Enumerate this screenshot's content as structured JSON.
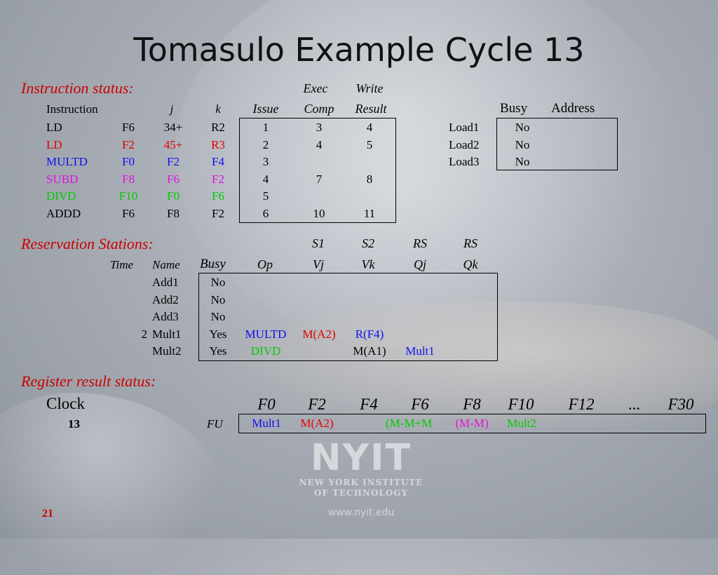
{
  "title": "Tomasulo Example Cycle 13",
  "instruction_status": {
    "label": "Instruction status:",
    "headers_top": {
      "exec": "Exec",
      "write": "Write"
    },
    "headers": {
      "instruction": "Instruction",
      "j": "j",
      "k": "k",
      "issue": "Issue",
      "comp": "Comp",
      "result": "Result"
    },
    "rows": [
      {
        "op": "LD",
        "dest": "F6",
        "j": "34+",
        "k": "R2",
        "issue": "1",
        "comp": "3",
        "result": "4",
        "color": "#000000"
      },
      {
        "op": "LD",
        "dest": "F2",
        "j": "45+",
        "k": "R3",
        "issue": "2",
        "comp": "4",
        "result": "5",
        "color": "#e00000"
      },
      {
        "op": "MULTD",
        "dest": "F0",
        "j": "F2",
        "k": "F4",
        "issue": "3",
        "comp": "",
        "result": "",
        "color": "#1010ee"
      },
      {
        "op": "SUBD",
        "dest": "F8",
        "j": "F6",
        "k": "F2",
        "issue": "4",
        "comp": "7",
        "result": "8",
        "color": "#e010e0"
      },
      {
        "op": "DIVD",
        "dest": "F10",
        "j": "F0",
        "k": "F6",
        "issue": "5",
        "comp": "",
        "result": "",
        "color": "#00cc00"
      },
      {
        "op": "ADDD",
        "dest": "F6",
        "j": "F8",
        "k": "F2",
        "issue": "6",
        "comp": "10",
        "result": "11",
        "color": "#000000"
      }
    ]
  },
  "load_buffers": {
    "headers": {
      "busy": "Busy",
      "address": "Address"
    },
    "rows": [
      {
        "name": "Load1",
        "busy": "No",
        "address": ""
      },
      {
        "name": "Load2",
        "busy": "No",
        "address": ""
      },
      {
        "name": "Load3",
        "busy": "No",
        "address": ""
      }
    ]
  },
  "reservation_stations": {
    "label": "Reservation Stations:",
    "headers_top": {
      "s1": "S1",
      "s2": "S2",
      "rs1": "RS",
      "rs2": "RS"
    },
    "headers": {
      "time": "Time",
      "name": "Name",
      "busy": "Busy",
      "op": "Op",
      "vj": "Vj",
      "vk": "Vk",
      "qj": "Qj",
      "qk": "Qk"
    },
    "rows": [
      {
        "time": "",
        "name": "Add1",
        "busy": "No",
        "op": "",
        "vj": "",
        "vk": "",
        "qj": "",
        "qk": ""
      },
      {
        "time": "",
        "name": "Add2",
        "busy": "No",
        "op": "",
        "vj": "",
        "vk": "",
        "qj": "",
        "qk": ""
      },
      {
        "time": "",
        "name": "Add3",
        "busy": "No",
        "op": "",
        "vj": "",
        "vk": "",
        "qj": "",
        "qk": ""
      },
      {
        "time": "2",
        "name": "Mult1",
        "busy": "Yes",
        "op": "MULTD",
        "vj": "M(A2)",
        "vk": "R(F4)",
        "qj": "",
        "qk": ""
      },
      {
        "time": "",
        "name": "Mult2",
        "busy": "Yes",
        "op": "DIVD",
        "vj": "",
        "vk": "M(A1)",
        "qj": "Mult1",
        "qk": ""
      }
    ]
  },
  "register_result_status": {
    "label": "Register result status:",
    "clock_label": "Clock",
    "clock_value": "13",
    "fu_label": "FU",
    "registers": [
      "F0",
      "F2",
      "F4",
      "F6",
      "F8",
      "F10",
      "F12",
      "...",
      "F30"
    ],
    "fu": [
      "Mult1",
      "M(A2)",
      "",
      "(M-M+M",
      "(M-M)",
      "Mult2",
      "",
      "",
      ""
    ]
  },
  "colors": {
    "section_label": "#cc0000",
    "red": "#e00000",
    "blue": "#1010ee",
    "magenta": "#e010e0",
    "green": "#00cc00"
  },
  "logo": {
    "name": "NYIT",
    "line1": "NEW YORK INSTITUTE",
    "line2": "OF TECHNOLOGY",
    "website": "www.nyit.edu"
  },
  "slide_number": "21"
}
